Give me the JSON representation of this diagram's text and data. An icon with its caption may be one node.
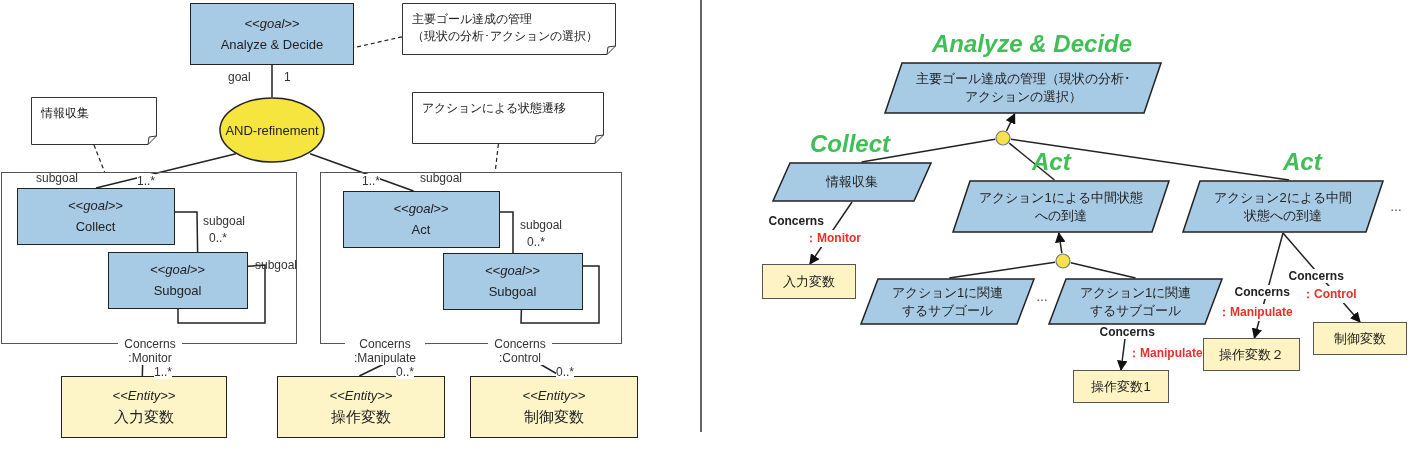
{
  "diagram": {
    "nodes": [
      {
        "text": [
          "<<goal>>",
          "Analyze & Decide"
        ]
      },
      {
        "text": [
          "主要ゴール達成の管理（現状の分析･アクションの選択）"
        ]
      },
      {
        "text": [
          "AND-refinement"
        ]
      },
      {
        "text": [
          "情報収集"
        ]
      },
      {
        "text": [
          "アクションによる状態遷移"
        ]
      },
      {
        "text": [],
        "shape": "box"
      },
      {
        "text": [
          "<<goal>>",
          "Collect"
        ],
        "in": 5
      },
      {
        "text": [
          "<<goal>>",
          "Subgoal"
        ],
        "in": 5
      },
      {
        "text": [],
        "shape": "box"
      },
      {
        "text": [
          "<<goal>>",
          "Act"
        ],
        "in": 8
      },
      {
        "text": [
          "<<goal>>",
          "Subgoal"
        ],
        "in": 8
      },
      {
        "text": [
          "<<Entity>>",
          "入力変数"
        ]
      },
      {
        "text": [
          "<<Entity>>",
          "操作変数"
        ]
      },
      {
        "text": [
          "<<Entity>>",
          "制御変数"
        ]
      },
      {
        "text": [
          "主要ゴール達成の管理（現状の分析･アクションの選択）"
        ],
        "beside": [
          "Analyze & Decide"
        ]
      },
      {
        "text": [],
        "shape": "circle"
      },
      {
        "text": [
          "情報収集"
        ],
        "beside": [
          "Collect"
        ]
      },
      {
        "text": [
          "アクション1による中間状態への到達"
        ],
        "beside": [
          "Act"
        ]
      },
      {
        "text": [
          "アクション2による中間状態への到達"
        ],
        "beside": [
          "Act"
        ]
      },
      {
        "text": [
          "入力変数"
        ]
      },
      {
        "text": [],
        "shape": "circle"
      },
      {
        "text": [
          "アクション1に関連するサブゴール"
        ]
      },
      {
        "text": [
          "アクション1に関連するサブゴール"
        ]
      },
      {
        "text": [
          "操作変数1"
        ]
      },
      {
        "text": [
          "操作変数２"
        ]
      },
      {
        "text": [
          "制御変数"
        ]
      }
    ],
    "edges": [
      {
        "from": 0,
        "to": 2,
        "arrow": "none"
      },
      {
        "from": 1,
        "to": 0,
        "arrow": "none",
        "style": "dashed"
      },
      {
        "from": 3,
        "to": 5,
        "arrow": "none",
        "style": "dashed"
      },
      {
        "from": 4,
        "to": 8,
        "arrow": "none",
        "style": "dashed"
      },
      {
        "from": 2,
        "to": 6,
        "arrow": "none"
      },
      {
        "from": 2,
        "to": 9,
        "arrow": "none"
      },
      {
        "from": 6,
        "to": 7,
        "arrow": "none"
      },
      {
        "from": 7,
        "to": 7,
        "arrow": "none"
      },
      {
        "from": 9,
        "to": 10,
        "arrow": "none"
      },
      {
        "from": 10,
        "to": 10,
        "arrow": "none"
      },
      {
        "from": 5,
        "to": 11,
        "arrow": "none",
        "label": "Concerns :Monitor"
      },
      {
        "from": 8,
        "to": 12,
        "arrow": "none",
        "label": "Concerns :Manipulate"
      },
      {
        "from": 8,
        "to": 13,
        "arrow": "none",
        "label": "Concerns :Control"
      },
      {
        "from": 15,
        "to": 14,
        "arrow": "to"
      },
      {
        "from": 16,
        "to": 15,
        "arrow": "none"
      },
      {
        "from": 17,
        "to": 15,
        "arrow": "none"
      },
      {
        "from": 18,
        "to": 15,
        "arrow": "none"
      },
      {
        "from": 16,
        "to": 19,
        "arrow": "to",
        "label": "Concerns"
      },
      {
        "from": 20,
        "to": 17,
        "arrow": "to"
      },
      {
        "from": 21,
        "to": 20,
        "arrow": "none"
      },
      {
        "from": 22,
        "to": 20,
        "arrow": "none"
      },
      {
        "from": 22,
        "to": 23,
        "arrow": "to",
        "label": "Concerns"
      },
      {
        "from": 18,
        "to": 24,
        "arrow": "to",
        "label": "Concerns"
      },
      {
        "from": 18,
        "to": 25,
        "arrow": "to",
        "label": "Concerns"
      }
    ],
    "labels": [
      "goal",
      "1",
      "subgoal",
      "1..*",
      "1..*",
      "subgoal",
      "subgoal",
      "0..*",
      "subgoal",
      "subgoal",
      "0..*",
      "1..*",
      "0..*",
      "0..*",
      "…",
      "…",
      "：Monitor",
      "：Manipulate",
      "：Manipulate",
      "：Control"
    ]
  }
}
